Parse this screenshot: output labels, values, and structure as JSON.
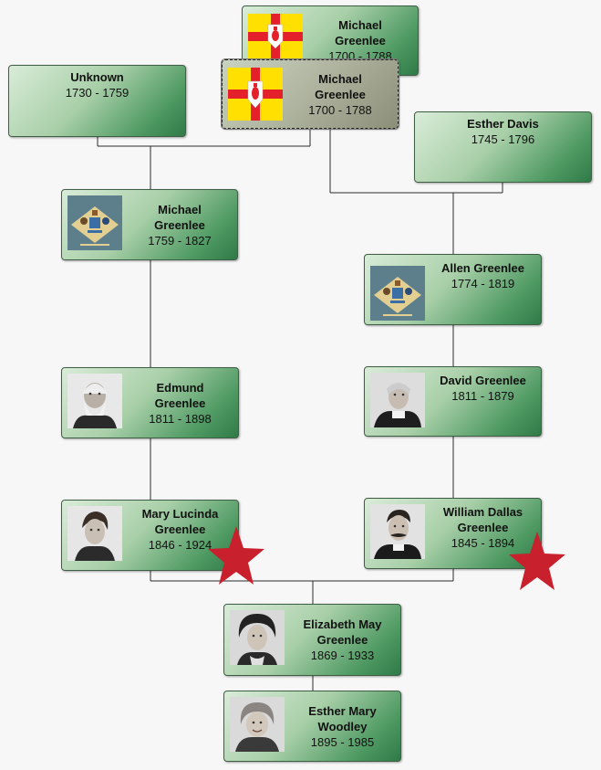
{
  "people": {
    "michael_1700_a": {
      "name_line1": "Michael",
      "name_line2": "Greenlee",
      "dates": "1700 - 1788",
      "icon": "ulster-flag-icon"
    },
    "michael_1700_b": {
      "name_line1": "Michael",
      "name_line2": "Greenlee",
      "dates": "1700 - 1788",
      "icon": "ulster-flag-icon"
    },
    "unknown": {
      "name_line1": "Unknown",
      "dates": "1730 - 1759"
    },
    "esther_davis": {
      "name_line1": "Esther Davis",
      "dates": "1745 - 1796"
    },
    "michael_1759": {
      "name_line1": "Michael",
      "name_line2": "Greenlee",
      "dates": "1759 - 1827",
      "icon": "delaware-flag-icon"
    },
    "allen": {
      "name_line1": "Allen Greenlee",
      "dates": "1774 - 1819",
      "icon": "delaware-flag-icon"
    },
    "edmund": {
      "name_line1": "Edmund",
      "name_line2": "Greenlee",
      "dates": "1811 - 1898",
      "icon": "portrait-photo-icon"
    },
    "david": {
      "name_line1": "David Greenlee",
      "dates": "1811 - 1879",
      "icon": "portrait-photo-icon"
    },
    "mary_lucinda": {
      "name_line1": "Mary Lucinda",
      "name_line2": "Greenlee",
      "dates": "1846 - 1924",
      "icon": "portrait-photo-icon"
    },
    "william_dallas": {
      "name_line1": "William Dallas",
      "name_line2": "Greenlee",
      "dates": "1845 - 1894",
      "icon": "portrait-photo-icon"
    },
    "elizabeth": {
      "name_line1": "Elizabeth May",
      "name_line2": "Greenlee",
      "dates": "1869 - 1933",
      "icon": "portrait-photo-icon"
    },
    "esther_mary": {
      "name_line1": "Esther Mary",
      "name_line2": "Woodley",
      "dates": "1895 - 1985",
      "icon": "portrait-photo-icon"
    }
  },
  "colors": {
    "star": "#c8202c",
    "connector": "#2b2b2b",
    "ulster_yellow": "#ffe000",
    "ulster_red": "#e4212b",
    "delaware_blue": "#5d7f8c",
    "delaware_buff": "#e3cf91"
  }
}
